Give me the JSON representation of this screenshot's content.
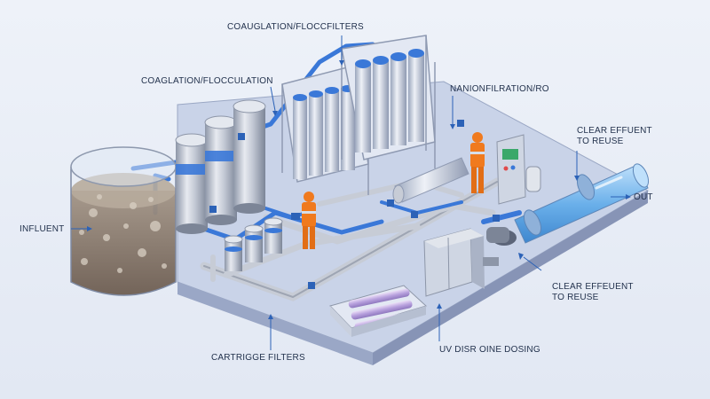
{
  "labels": {
    "coag_floc_filters": "COAUGLATION/FLOCCFILTERS",
    "coag_floc": "COAGLATION/FLOCCULATION",
    "nanofiltration": "NANIONFILRATION/RO",
    "clear_effluent_top_line1": "CLEAR EFFUENT",
    "clear_effluent_top_line2": "TO REUSE",
    "out": "OUT",
    "influent": "INFLUENT",
    "clear_effluent_bottom_line1": "CLEAR EFFEUENT",
    "clear_effluent_bottom_line2": "TO REUSE",
    "cartridge_filters": "CARTRIGGE FILTERS",
    "uv_dosing": "UV DISR OINE DOSING"
  },
  "colors": {
    "background": "#e9eef7",
    "platform_top": "#c9d3e8",
    "platform_side": "#8f9dbf",
    "pipe_blue": "#3a78d8",
    "pipe_grey": "#c7ccd6",
    "worker_orange": "#f07a1e",
    "label_text": "#23324d"
  }
}
